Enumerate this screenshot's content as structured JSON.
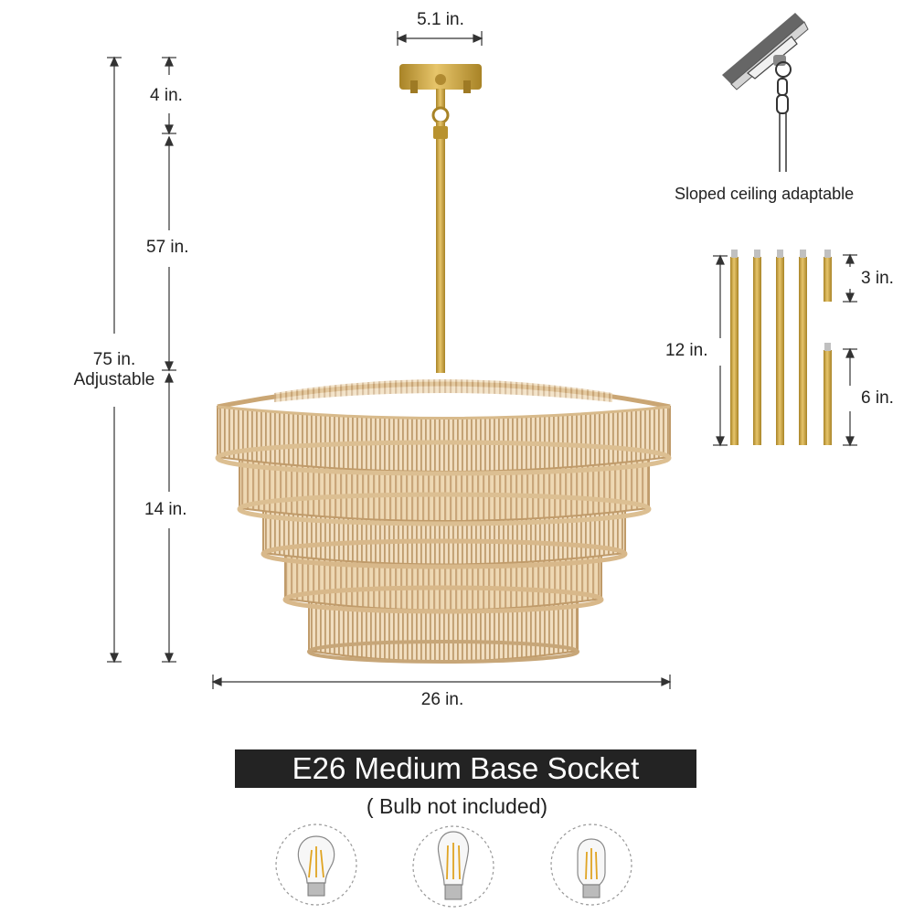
{
  "dimensions": {
    "canopy_width": "5.1 in.",
    "canopy_height": "4 in.",
    "rod_length": "57 in.",
    "total_height": "75 in.",
    "total_height_note": "Adjustable",
    "shade_height": "14 in.",
    "shade_width": "26 in."
  },
  "sloped_ceiling": {
    "label": "Sloped ceiling adaptable"
  },
  "rods": {
    "long_label": "12 in.",
    "short_label": "3 in.",
    "mid_label": "6 in."
  },
  "socket": {
    "title": "E26 Medium Base Socket",
    "note": "( Bulb not included)"
  },
  "bulbs": [
    {
      "name": "a19-bulb-icon"
    },
    {
      "name": "st64-bulb-icon"
    },
    {
      "name": "t45-bulb-icon"
    }
  ],
  "colors": {
    "brass": "#c9a247",
    "rattan": "#e9cfa6",
    "rattan_dark": "#c9a67a",
    "banner": "#232323"
  }
}
